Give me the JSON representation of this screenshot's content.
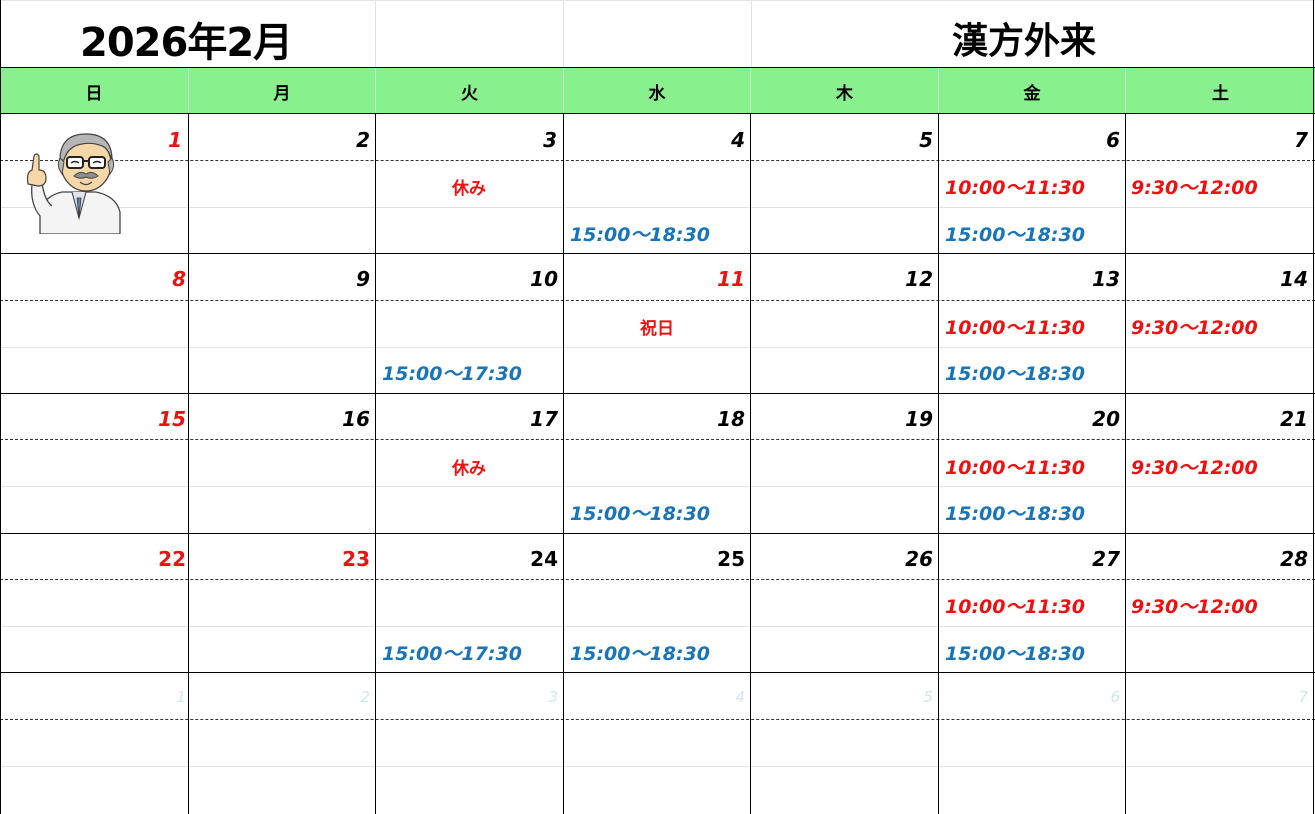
{
  "header": {
    "month_title": "2026年2月",
    "clinic_title": "漢方外来"
  },
  "weekdays": [
    "日",
    "月",
    "火",
    "水",
    "木",
    "金",
    "土"
  ],
  "weeks": [
    [
      "1",
      "2",
      "3",
      "4",
      "5",
      "6",
      "7"
    ],
    [
      "8",
      "9",
      "10",
      "11",
      "12",
      "13",
      "14"
    ],
    [
      "15",
      "16",
      "17",
      "18",
      "19",
      "20",
      "21"
    ],
    [
      "22",
      "23",
      "24",
      "25",
      "26",
      "27",
      "28"
    ],
    [
      "1",
      "2",
      "3",
      "4",
      "5",
      "6",
      "7"
    ]
  ],
  "labels": {
    "closed": "休み",
    "holiday": "祝日"
  },
  "times": {
    "fri_morning": "10:00～11:30",
    "sat_morning": "9:30～12:00",
    "afternoon_1830": "15:00～18:30",
    "afternoon_1730": "15:00～17:30"
  },
  "colors": {
    "header_bg": "#88f08c",
    "holiday_red": "#ee1111",
    "afternoon_blue": "#1a74b8"
  },
  "icons": {
    "doctor": "doctor-pointing-illustration"
  }
}
